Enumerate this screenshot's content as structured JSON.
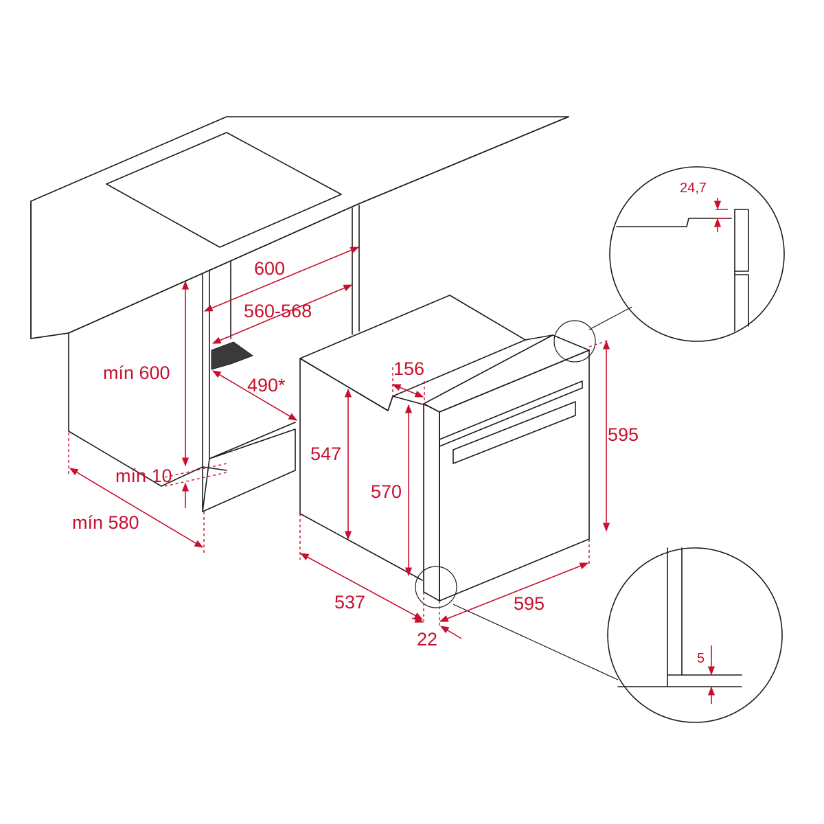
{
  "labels": {
    "cabinet_width": "600",
    "niche_width": "560-568",
    "niche_depth": "490*",
    "niche_height": "mín 600",
    "bottom_gap": "mín 10",
    "cabinet_depth": "mín 580",
    "oven_depth_top": "156",
    "oven_body_height": "547",
    "oven_inner_height": "570",
    "oven_height": "595",
    "oven_depth": "537",
    "oven_width": "595",
    "front_thickness": "22",
    "detail_top_gap": "24,7",
    "detail_bottom_gap": "5"
  },
  "colors": {
    "dimension": "#c8102e",
    "outline": "#1a1a1a"
  }
}
